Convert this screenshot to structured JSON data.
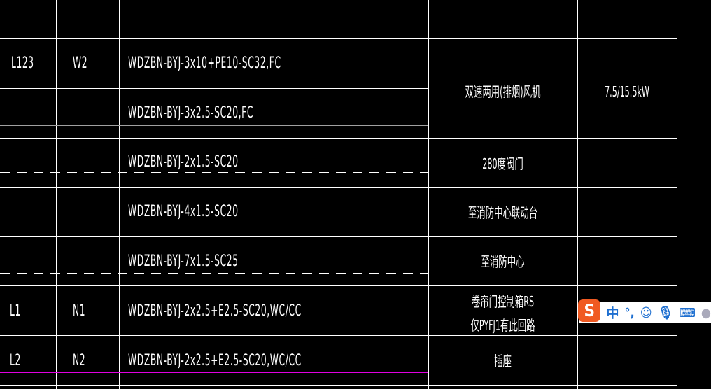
{
  "table": {
    "rows": [
      {
        "phase": "L123",
        "circuit": "W2",
        "cable": "WDZBN-BYJ-3x10+PE10-SC32,FC"
      },
      {
        "phase": "",
        "circuit": "",
        "cable": "WDZBN-BYJ-3x2.5-SC20,FC"
      },
      {
        "phase": "",
        "circuit": "",
        "cable": "WDZBN-BYJ-2x1.5-SC20",
        "desc": "280度阀门"
      },
      {
        "phase": "",
        "circuit": "",
        "cable": "WDZBN-BYJ-4x1.5-SC20",
        "desc": "至消防中心联动台"
      },
      {
        "phase": "",
        "circuit": "",
        "cable": "WDZBN-BYJ-7x1.5-SC25",
        "desc": "至消防中心"
      },
      {
        "phase": "L1",
        "circuit": "N1",
        "cable": "WDZBN-BYJ-2x2.5+E2.5-SC20,WC/CC",
        "desc": "卷帘门控制箱RS",
        "desc2": "仅PYFJ1有此回路"
      },
      {
        "phase": "L2",
        "circuit": "N2",
        "cable": "WDZBN-BYJ-2x2.5+E2.5-SC20,WC/CC",
        "desc": "插座"
      }
    ],
    "merged_desc": "双速两用(排烟)风机",
    "merged_power": "7.5/15.5kW"
  },
  "ime_toolbar": {
    "logo": "S",
    "mode": "中",
    "punct": "°,",
    "icons": [
      "emoji-icon",
      "microphone-icon",
      "keyboard-icon",
      "user-icon"
    ],
    "brand_color": "#f05a22",
    "icon_color": "#1e6fd0"
  }
}
